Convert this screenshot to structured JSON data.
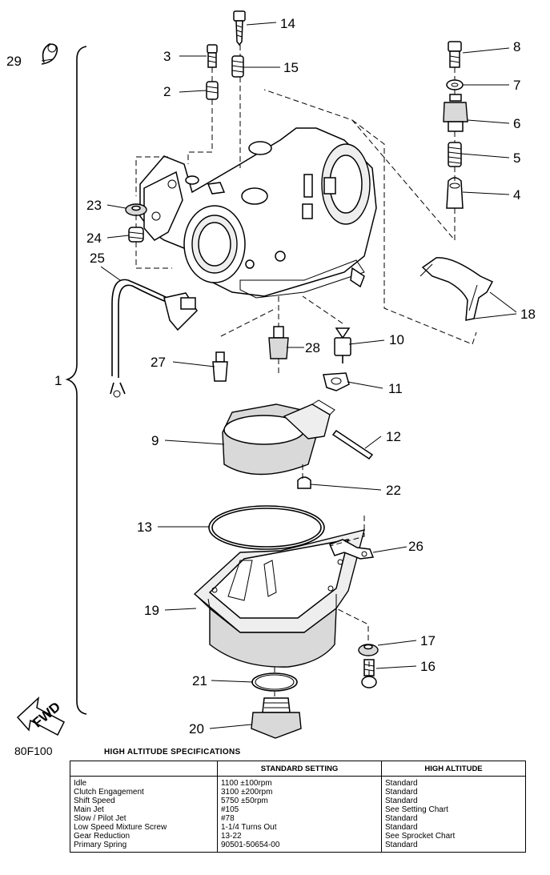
{
  "diagram": {
    "callouts": {
      "c1": "1",
      "c2": "2",
      "c3": "3",
      "c4": "4",
      "c5": "5",
      "c6": "6",
      "c7": "7",
      "c8": "8",
      "c9": "9",
      "c10": "10",
      "c11": "11",
      "c12": "12",
      "c13": "13",
      "c14": "14",
      "c15": "15",
      "c16": "16",
      "c17": "17",
      "c18": "18",
      "c19": "19",
      "c20": "20",
      "c21": "21",
      "c22": "22",
      "c23": "23",
      "c24": "24",
      "c25": "25",
      "c26": "26",
      "c27": "27",
      "c28": "28",
      "c29": "29"
    },
    "fwd_label": "FWD",
    "figure_code": "80F100"
  },
  "specs": {
    "heading": "HIGH ALTITUDE SPECIFICATIONS",
    "columns": [
      "",
      "STANDARD SETTING",
      "HIGH ALTITUDE"
    ],
    "rows": [
      [
        "Idle",
        "1100 ±100rpm",
        "Standard"
      ],
      [
        "Clutch Engagement",
        "3100 ±200rpm",
        "Standard"
      ],
      [
        "Shift Speed",
        "5750 ±50rpm",
        "Standard"
      ],
      [
        "Main Jet",
        "#105",
        "See Setting Chart"
      ],
      [
        "Slow / Pilot Jet",
        "#78",
        "Standard"
      ],
      [
        "Low Speed Mixture Screw",
        "1-1/4 Turns Out",
        "Standard"
      ],
      [
        "Gear Reduction",
        "13-22",
        "See Sprocket Chart"
      ],
      [
        "Primary Spring",
        "90501-50654-00",
        "Standard"
      ]
    ]
  }
}
